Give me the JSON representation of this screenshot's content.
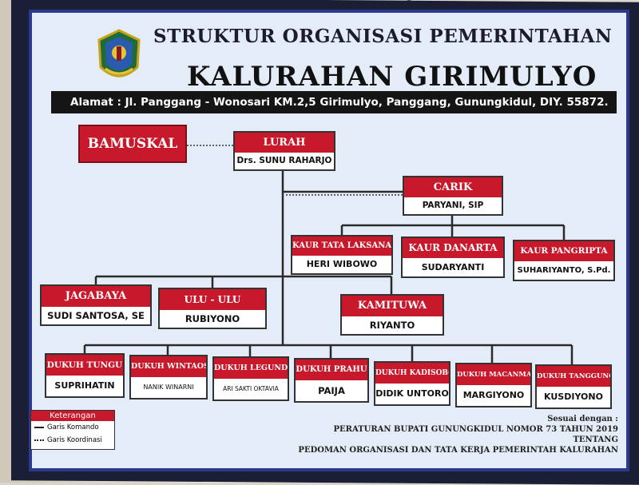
{
  "header": {
    "title_line1": "STRUKTUR ORGANISASI PEMERINTAHAN",
    "title_line2": "KALURAHAN GIRIMULYO",
    "address": "Alamat : Jl. Panggang - Wonosari KM.2,5 Girimulyo, Panggang, Gunungkidul, DIY. 55872."
  },
  "bamuskal": "BAMUSKAL",
  "positions": {
    "lurah": {
      "title": "LURAH",
      "name": "Drs. SUNU RAHARJO"
    },
    "carik": {
      "title": "CARIK",
      "name": "PARYANI, SIP"
    },
    "kaur_tata_laksana": {
      "title": "KAUR TATA LAKSANA",
      "name": "HERI WIBOWO"
    },
    "kaur_danarta": {
      "title": "KAUR DANARTA",
      "name": "SUDARYANTI"
    },
    "kaur_pangripta": {
      "title": "KAUR PANGRIPTA",
      "name": "SUHARIYANTO, S.Pd."
    },
    "jagabaya": {
      "title": "JAGABAYA",
      "name": "SUDI SANTOSA, SE"
    },
    "ulu_ulu": {
      "title": "ULU - ULU",
      "name": "RUBIYONO"
    },
    "kamituwa": {
      "title": "KAMITUWA",
      "name": "RIYANTO"
    }
  },
  "dukuh": [
    {
      "title": "DUKUH TUNGU",
      "name": "SUPRIHATIN"
    },
    {
      "title": "DUKUH WINTAOS",
      "name": "NANIK WINARNI"
    },
    {
      "title": "DUKUH LEGUNDI",
      "name": "ARI SAKTI OKTAVIA"
    },
    {
      "title": "DUKUH PRAHU",
      "name": "PAIJA"
    },
    {
      "title": "DUKUH KADISOBO",
      "name": "DIDIK UNTORO"
    },
    {
      "title": "DUKUH MACANMATI",
      "name": "MARGIYONO"
    },
    {
      "title": "DUKUH TANGGUNG",
      "name": "KUSDIYONO"
    }
  ],
  "legend": {
    "title": "Keterangan",
    "komando": "Garis Komando",
    "koordinasi": "Garis Koordinasi"
  },
  "footer": {
    "line1": "Sesuai dengan :",
    "line2": "PERATURAN BUPATI GUNUNGKIDUL NOMOR 73 TAHUN 2019",
    "line3": "TENTANG",
    "line4": "PEDOMAN ORGANISASI DAN TATA KERJA PEMERINTAH KALURAHAN"
  },
  "colors": {
    "accent": "#c8192c",
    "border": "#2b3a8c",
    "frame": "#1b1f36"
  }
}
